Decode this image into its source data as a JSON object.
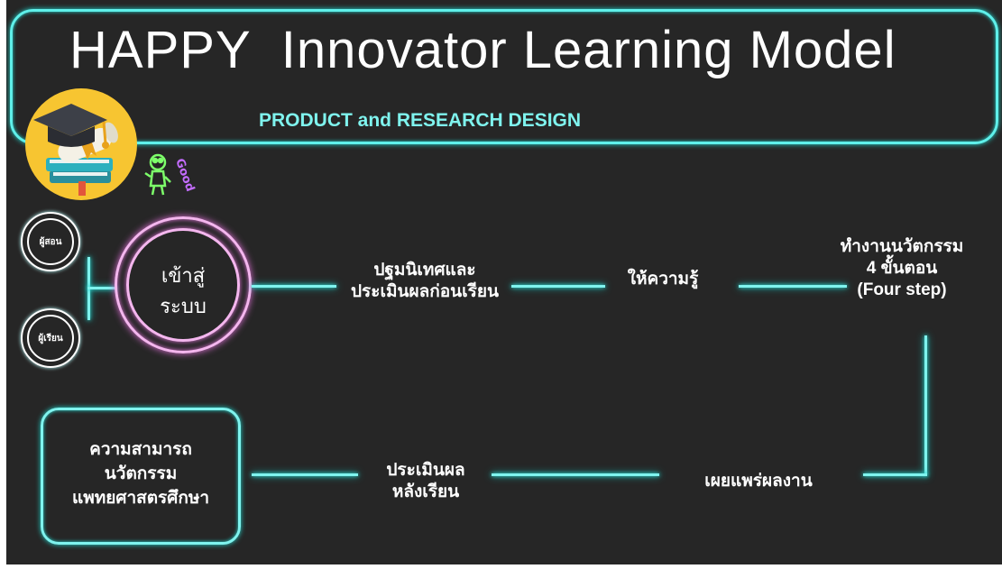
{
  "title": "HAPPY  Innovator Learning Model",
  "subtitle": "PRODUCT and RESEARCH DESIGN",
  "sticker_text": "Good",
  "participants": {
    "teacher": "ผู้สอน",
    "student": "ผู้เรียน"
  },
  "nodes": {
    "enter_system": {
      "line1": "เข้าสู่",
      "line2": "ระบบ"
    },
    "orientation": {
      "line1": "ปฐมนิเทศและ",
      "line2": "ประเมินผลก่อนเรียน"
    },
    "knowledge": "ให้ความรู้",
    "four_step": {
      "line1": "ทำงานนวัตกรรม",
      "line2": "4 ขั้นตอน",
      "line3": "(Four step)"
    },
    "dissemination": "เผยแพร่ผลงาน",
    "post_eval": {
      "line1": "ประเมินผล",
      "line2": "หลังเรียน"
    },
    "outcome": {
      "line1": "ความสามารถ",
      "line2": "นวัตกรรม",
      "line3": "แพทยศาสตรศึกษา"
    }
  },
  "colors": {
    "background": "#262626",
    "neon_cyan": "#7ff3ee",
    "neon_pink": "#f4b6ee",
    "text": "#ffffff"
  },
  "icons": [
    "graduation-cap-icon",
    "diploma-scroll-icon",
    "book-stack-icon",
    "robot-good-sticker-icon"
  ]
}
